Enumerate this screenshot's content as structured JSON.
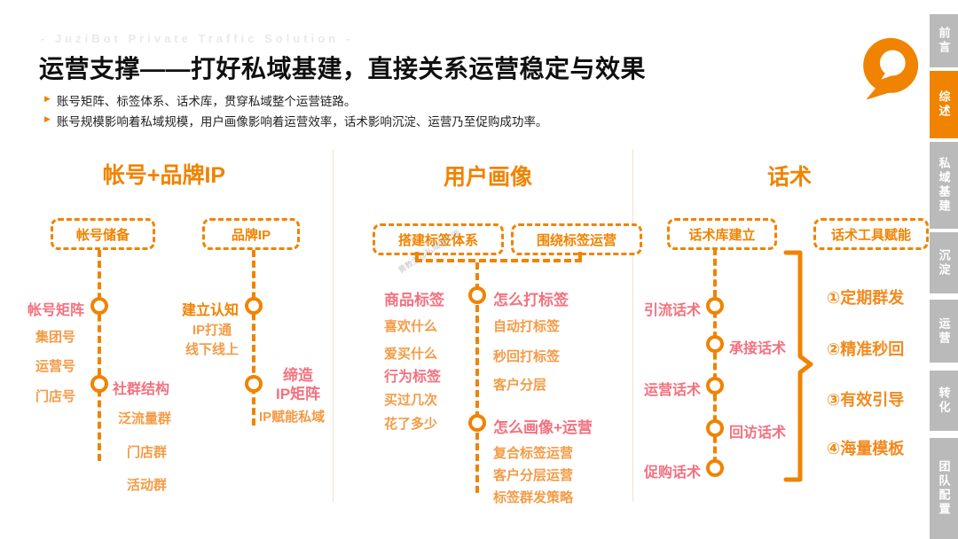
{
  "page": {
    "eyebrow": "- JuziBot Private Traffic Solution -",
    "title": "运营支撑——打好私域基建，直接关系运营稳定与效果",
    "bullet_icon": "▶",
    "bullets": [
      "账号矩阵、标签体系、话术库，贯穿私域整个运营链路。",
      "账号规模影响着私域规模，用户画像影响着运营效率，话术影响沉淀、运营乃至促购成功率。"
    ]
  },
  "sidebar": {
    "tabs": [
      {
        "label": "前言",
        "active": false
      },
      {
        "label": "综述",
        "active": true
      },
      {
        "label": "私域基建",
        "active": false
      },
      {
        "label": "沉淀",
        "active": false
      },
      {
        "label": "运营",
        "active": false
      },
      {
        "label": "转化",
        "active": false
      },
      {
        "label": "团队配置",
        "active": false
      }
    ]
  },
  "columns": {
    "accounts": {
      "title": "帐号+品牌IP",
      "box1": "帐号储备",
      "box2": "品牌IP",
      "n1": "帐号矩阵",
      "n1_children": [
        "集团号",
        "运营号",
        "门店号"
      ],
      "n2": "社群结构",
      "n2_children": [
        "泛流量群",
        "门店群",
        "活动群"
      ],
      "n3": "建立认知",
      "n3_sub": "IP打通\n线下线上",
      "n4": "缔造\nIP矩阵",
      "n4_sub": "IP赋能私域"
    },
    "persona": {
      "title": "用户画像",
      "box1": "搭建标签体系",
      "box2": "围绕标签运营",
      "n1_left": "商品标签",
      "n1_right": "怎么打标签",
      "left_items": [
        "喜欢什么",
        "爱买什么",
        "行为标签",
        "买过几次",
        "花了多少"
      ],
      "right_items": [
        "自动打标签",
        "秒回打标签",
        "客户分层"
      ],
      "n2": "怎么画像+运营",
      "n2_items": [
        "复合标签运营",
        "客户分层运营",
        "标签群发策略"
      ]
    },
    "scripts": {
      "title": "话术",
      "box1": "话术库建立",
      "box2": "话术工具赋能",
      "nodes": [
        "引流话术",
        "承接话术",
        "运营话术",
        "回访话术",
        "促购话术"
      ],
      "tools": [
        "①定期群发",
        "②精准秒回",
        "③有效引导",
        "④海量模板"
      ]
    }
  },
  "watermark": "黄教主@私域学习圈",
  "colors": {
    "accent": "#F08300",
    "highlight_pink": "#F2717F",
    "item_orange": "#F49B45",
    "tab_inactive": "#BABABA"
  }
}
